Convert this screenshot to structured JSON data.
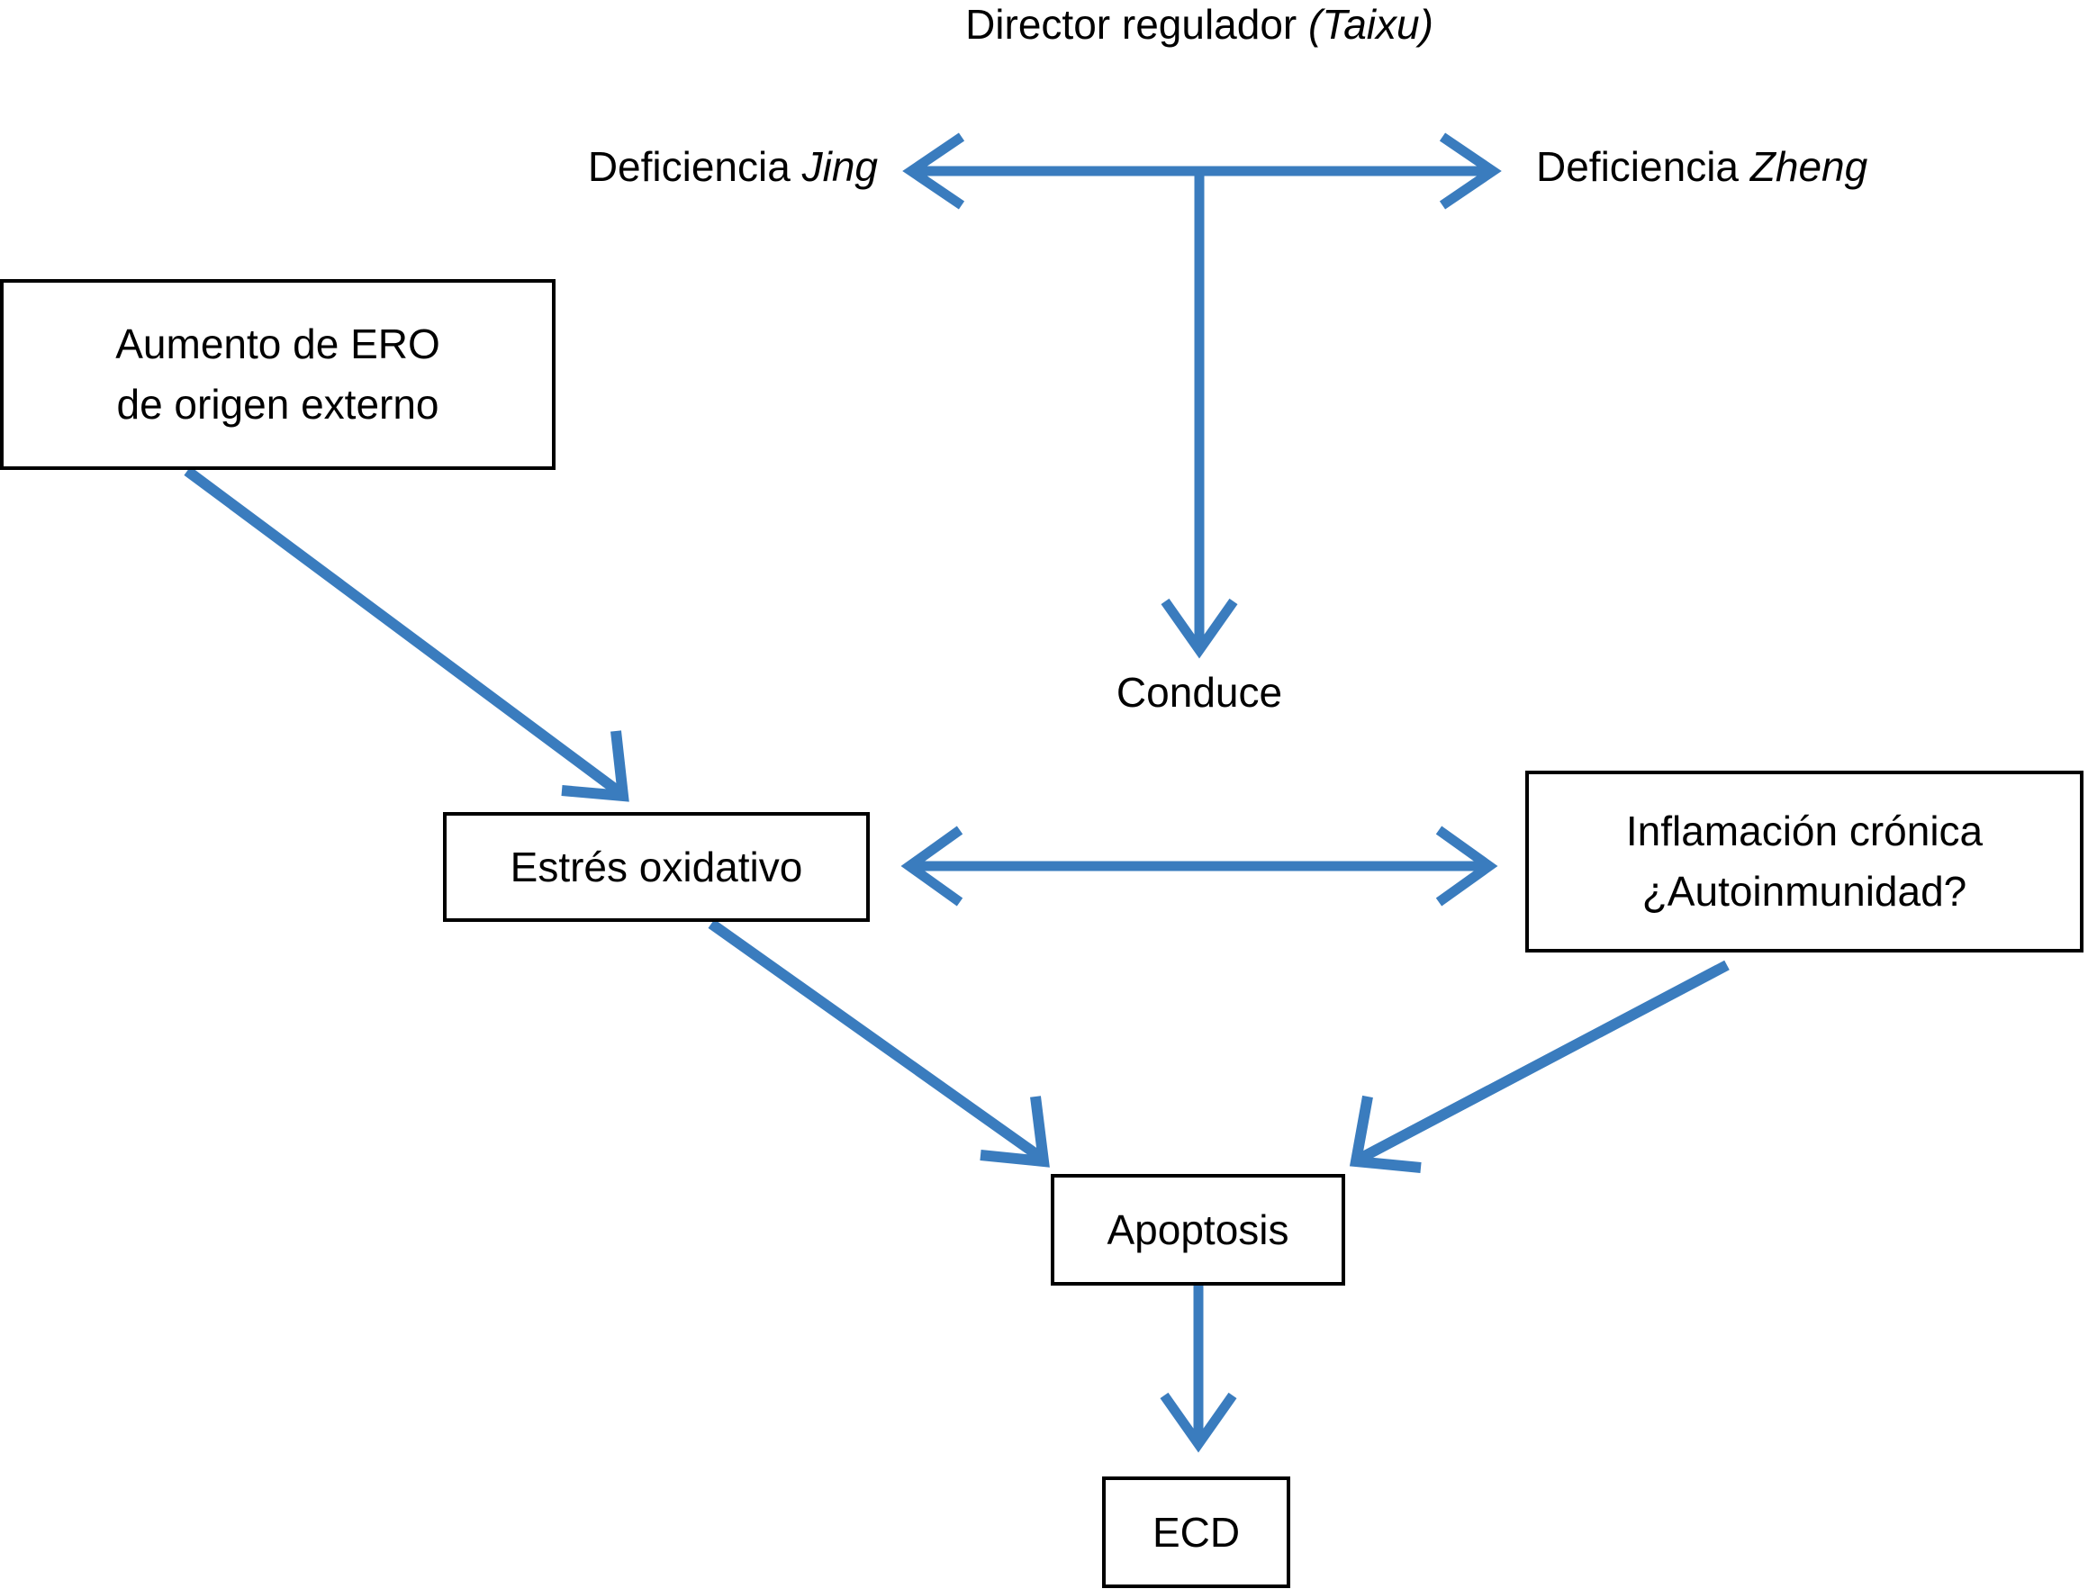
{
  "diagram": {
    "title_plain": "Director regulador ",
    "title_italic": "(Taixu)",
    "accent_color": "#3A7CBE",
    "outline_color": "#000000",
    "labels": {
      "jing_plain": "Deficiencia ",
      "jing_italic": "Jing",
      "zheng_plain": "Deficiencia ",
      "zheng_italic": "Zheng",
      "conduce": "Conduce"
    },
    "nodes": {
      "ero": {
        "line1": "Aumento de ERO",
        "line2": "de origen externo"
      },
      "estres": {
        "line1": "Estrés oxidativo"
      },
      "inflamacion": {
        "line1": "Inflamación crónica",
        "line2": "¿Autoinmunidad?"
      },
      "apoptosis": {
        "line1": "Apoptosis"
      },
      "ecd": {
        "line1": "ECD"
      }
    },
    "edges": [
      {
        "name": "jing-zheng-bidirectional",
        "type": "double-arrow",
        "orientation": "horizontal"
      },
      {
        "name": "taixu-to-conduce",
        "type": "arrow",
        "orientation": "vertical"
      },
      {
        "name": "ero-to-estres",
        "type": "arrow",
        "orientation": "diagonal-down-right"
      },
      {
        "name": "estres-inflamacion-bidirectional",
        "type": "double-arrow",
        "orientation": "horizontal"
      },
      {
        "name": "estres-to-apoptosis",
        "type": "arrow",
        "orientation": "diagonal-down-right"
      },
      {
        "name": "inflamacion-to-apoptosis",
        "type": "arrow",
        "orientation": "diagonal-down-left"
      },
      {
        "name": "apoptosis-to-ecd",
        "type": "arrow",
        "orientation": "vertical"
      }
    ]
  }
}
